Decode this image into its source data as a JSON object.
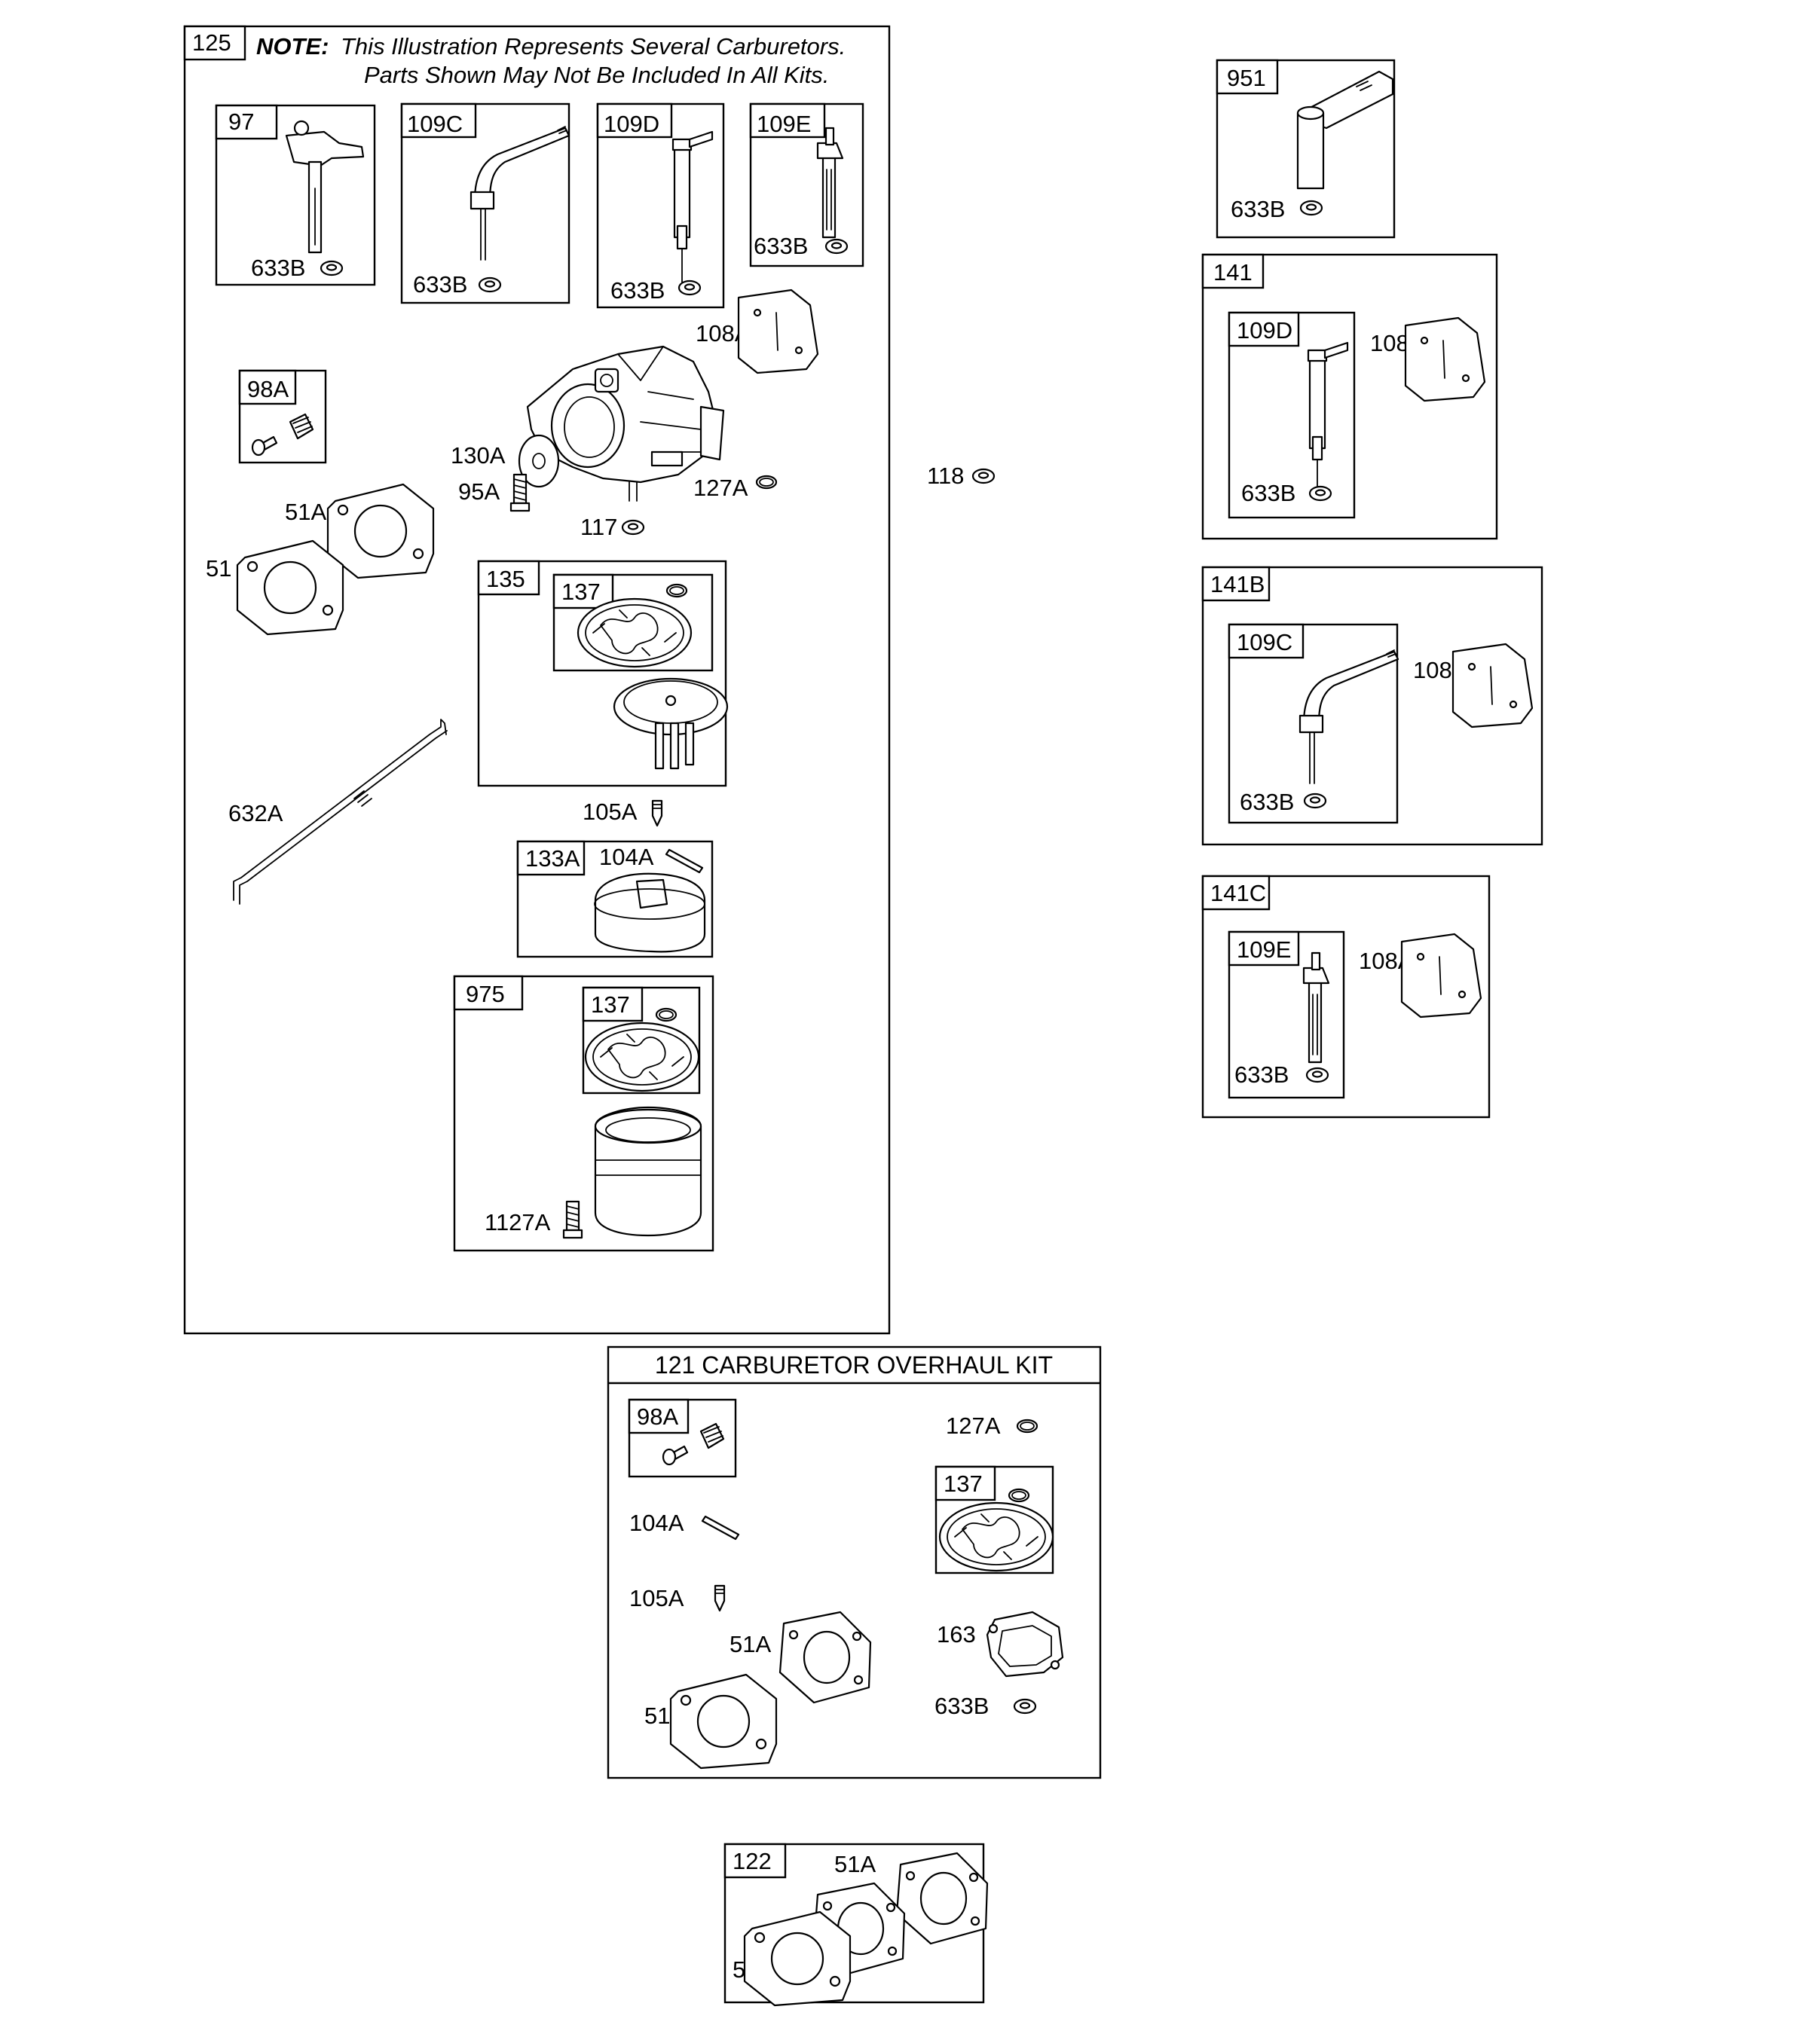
{
  "kit_125": {
    "number": "125",
    "note_bold": "NOTE:",
    "note_line1": "This Illustration Represents Several Carburetors.",
    "note_line2": "Parts Shown May Not Be Included In All Kits.",
    "sub_97": "97",
    "sub_109C": "109C",
    "sub_109D": "109D",
    "sub_109E": "109E",
    "sub_98A": "98A",
    "sub_135": "135",
    "sub_137": "137",
    "sub_133A": "133A",
    "sub_975": "975",
    "lbl_633B": "633B",
    "lbl_108A": "108A",
    "lbl_130A": "130A",
    "lbl_95A": "95A",
    "lbl_127A": "127A",
    "lbl_117": "117",
    "lbl_51A": "51A",
    "lbl_51": "51",
    "lbl_632A": "632A",
    "lbl_105A": "105A",
    "lbl_104A": "104A",
    "lbl_1127A": "1127A"
  },
  "standalone": {
    "lbl_118": "118"
  },
  "kit_951": {
    "number": "951",
    "lbl_633B": "633B"
  },
  "kit_141": {
    "number": "141",
    "sub": "109D",
    "lbl_108A": "108A",
    "lbl_633B": "633B"
  },
  "kit_141B": {
    "number": "141B",
    "sub": "109C",
    "lbl_108A": "108A",
    "lbl_633B": "633B"
  },
  "kit_141C": {
    "number": "141C",
    "sub": "109E",
    "lbl_108A": "108A",
    "lbl_633B": "633B"
  },
  "kit_121": {
    "title": "121 CARBURETOR OVERHAUL KIT",
    "sub_98A": "98A",
    "sub_137": "137",
    "lbl_127A": "127A",
    "lbl_104A": "104A",
    "lbl_105A": "105A",
    "lbl_51A": "51A",
    "lbl_51": "51",
    "lbl_163": "163",
    "lbl_633B": "633B"
  },
  "kit_122": {
    "number": "122",
    "lbl_51A": "51A",
    "lbl_51": "51"
  }
}
